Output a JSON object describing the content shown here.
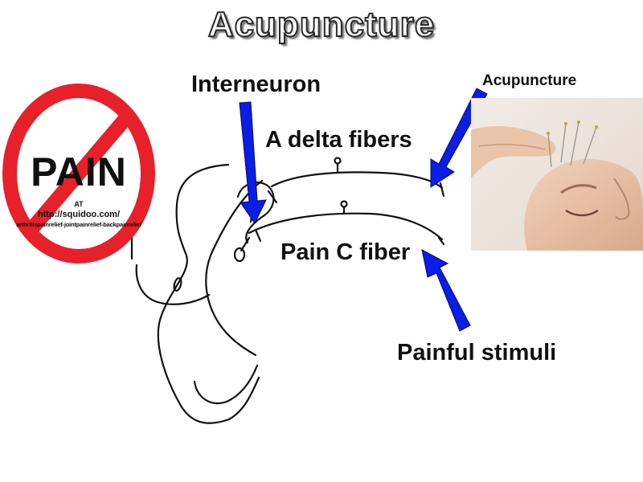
{
  "slide": {
    "title": "Acupuncture",
    "labels": {
      "interneuron": "Interneuron",
      "a_delta": "A delta fibers",
      "pain_c": "Pain C fiber",
      "painful_stimuli": "Painful stimuli",
      "acupuncture_photo": "Acupuncture"
    }
  },
  "pain_sign": {
    "word": "PAIN",
    "at": "AT",
    "url": "http://squidoo.com/",
    "subtext": "arthritispainrelief-jointpainrelief-backpainrelief"
  },
  "colors": {
    "arrow_blue": "#0a1ee6",
    "sign_red": "#e8202a",
    "line_ink": "#111111",
    "skin": "#e9c6ab"
  },
  "icons": {
    "pain_sign": "no-pain-prohibition-icon",
    "photo": "acupuncture-face-photo",
    "arrows": "down-left-arrow-icon"
  }
}
